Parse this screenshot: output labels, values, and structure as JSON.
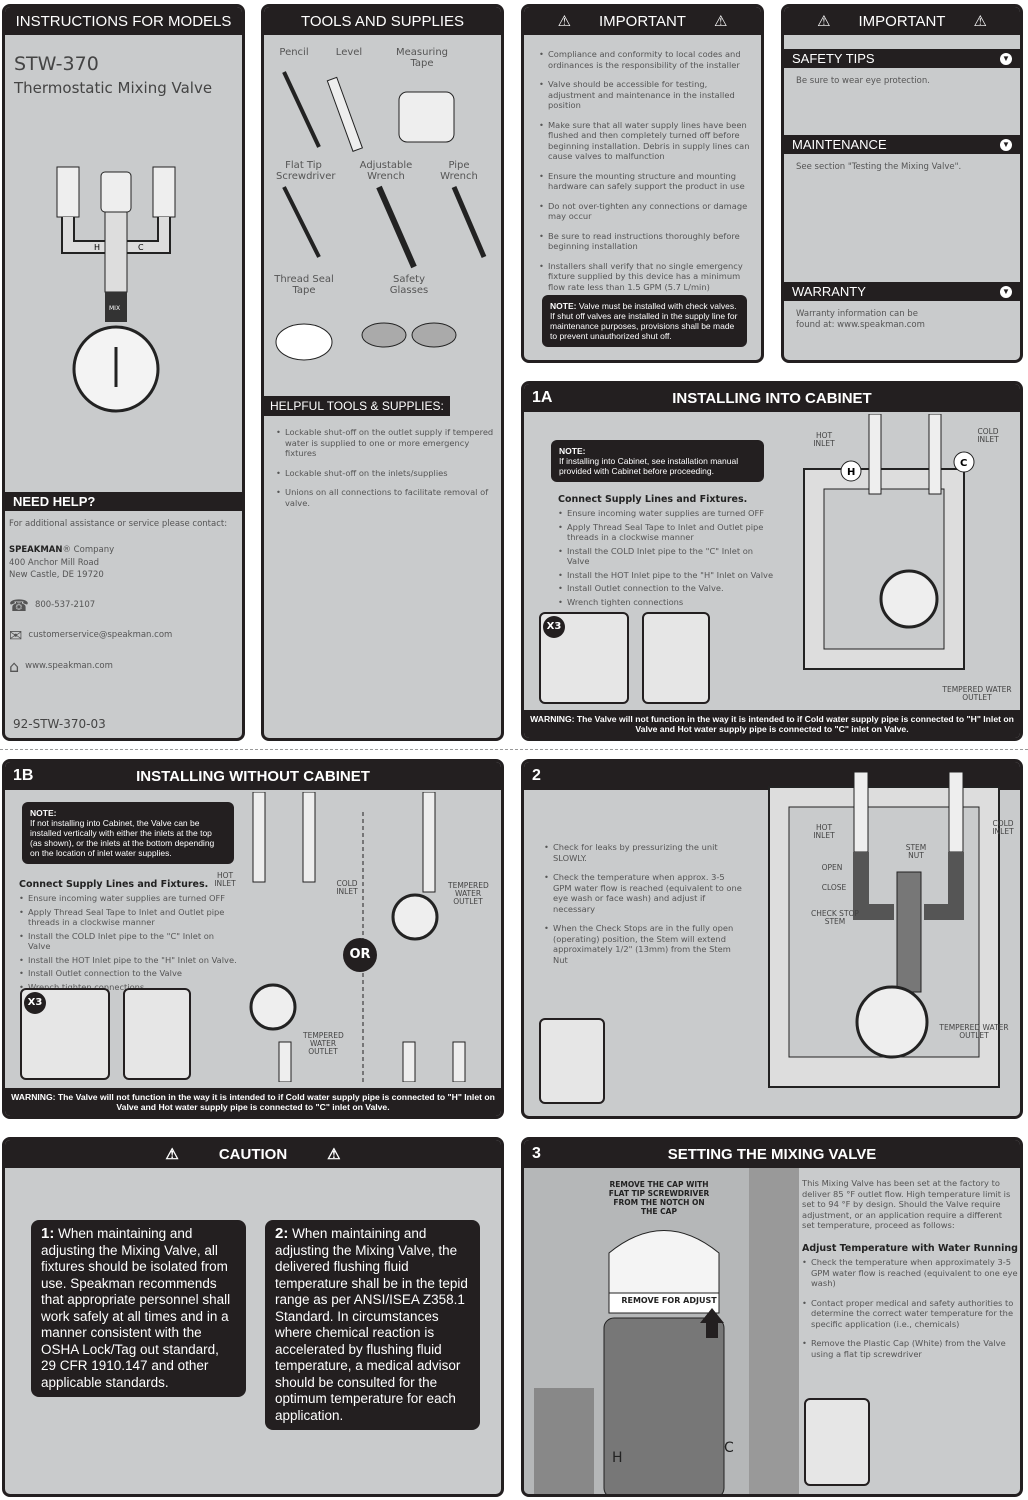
{
  "p1": {
    "title": "INSTRUCTIONS FOR MODELS",
    "model": "STW-370",
    "product": "Thermostatic Mixing Valve",
    "help_title": "NEED HELP?",
    "help_text": "For additional assistance or service please contact:",
    "brand": "SPEAKMAN",
    "brand_suffix": "® Company",
    "address1": "400 Anchor Mill Road",
    "address2": "New Castle, DE 19720",
    "phone": "800-537-2107",
    "email": "customerservice@speakman.com",
    "web": "www.speakman.com",
    "doc_no": "92-STW-370-03",
    "valve_labels": {
      "h": "H",
      "c": "C",
      "mix": "MIX"
    }
  },
  "p2": {
    "title": "TOOLS AND SUPPLIES",
    "tools": [
      "Pencil",
      "Level",
      "Measuring Tape",
      "Flat Tip Screwdriver",
      "Adjustable Wrench",
      "Pipe Wrench",
      "Thread Seal Tape",
      "Safety Glasses"
    ],
    "helpful_title": "HELPFUL TOOLS & SUPPLIES:",
    "helpful": [
      "Lockable shut-off on the outlet supply if tempered water is supplied to one or more emergency fixtures",
      "Lockable shut-off on the inlets/supplies",
      "Unions on all connections to facilitate removal of valve."
    ]
  },
  "p3": {
    "title": "IMPORTANT",
    "items": [
      "Compliance and conformity to local codes and ordinances is the responsibility of the installer",
      "Valve should be accessible for testing, adjustment and maintenance in the installed position",
      "Make sure that all water supply lines have been flushed and then completely turned off before beginning installation. Debris in supply lines can cause valves to malfunction",
      "Ensure the mounting structure and mounting hardware can safely support the product in use",
      "Do not over-tighten any connections or damage may occur",
      "Be sure to read instructions thoroughly before beginning installation",
      "Installers shall verify that no single emergency fixture supplied by this device has a minimum flow rate less than 1.5 GPM (5.7 L/min)"
    ],
    "note_label": "NOTE:",
    "note": "Valve must be installed with check valves. If shut off valves are installed in the supply line for maintenance purposes, provisions shall be made to prevent unauthorized shut off."
  },
  "p4": {
    "title": "IMPORTANT",
    "sections": [
      {
        "title": "SAFETY TIPS",
        "text": "Be sure to wear eye protection."
      },
      {
        "title": "MAINTENANCE",
        "text": "See section \"Testing the Mixing Valve\"."
      },
      {
        "title": "WARRANTY",
        "text": "Warranty information can be found at: www.speakman.com"
      }
    ]
  },
  "s1a": {
    "num": "1A",
    "title": "INSTALLING INTO CABINET",
    "note_label": "NOTE:",
    "note": "If installing into Cabinet, see installation manual provided with Cabinet before proceeding.",
    "sub": "Connect Supply Lines and Fixtures.",
    "steps": [
      "Ensure incoming water supplies are turned OFF",
      "Apply Thread Seal Tape to Inlet and Outlet pipe threads in a clockwise manner",
      "Install the COLD Inlet pipe to the \"C\" Inlet on Valve",
      "Install the HOT Inlet pipe to the \"H\" Inlet on Valve",
      "Install Outlet connection to the Valve.",
      "Wrench tighten connections"
    ],
    "x3": "X3",
    "hot": "HOT INLET",
    "cold": "COLD INLET",
    "tempered": "TEMPERED WATER OUTLET",
    "h": "H",
    "c": "C",
    "warning": "WARNING: The Valve will not function in the way it is intended to if Cold water supply pipe is connected to \"H\" Inlet on Valve and Hot water supply pipe is connected to \"C\" inlet on Valve."
  },
  "s1b": {
    "num": "1B",
    "title": "INSTALLING WITHOUT CABINET",
    "note_label": "NOTE:",
    "note": "If not installing into Cabinet, the Valve can be installed vertically with either the inlets at the top (as shown), or the inlets at the bottom depending on the location of inlet water supplies.",
    "sub": "Connect Supply Lines and Fixtures.",
    "steps": [
      "Ensure incoming water supplies are turned OFF",
      "Apply Thread Seal Tape to Inlet and Outlet pipe threads in a clockwise manner",
      "Install the COLD Inlet pipe to the \"C\" Inlet on Valve",
      "Install the HOT Inlet pipe to the \"H\" Inlet on Valve.",
      "Install Outlet connection to the Valve",
      "Wrench tighten connections"
    ],
    "x3": "X3",
    "or": "OR",
    "hot": "HOT INLET",
    "cold": "COLD INLET",
    "tempered": "TEMPERED WATER OUTLET",
    "warning": "WARNING: The Valve will not function in the way it is intended to if Cold water supply pipe is connected to \"H\" Inlet on Valve and Hot water supply pipe is connected to \"C\" inlet on Valve."
  },
  "s2": {
    "num": "2",
    "steps": [
      "Check for leaks by pressurizing the unit SLOWLY.",
      "Check the temperature when approx. 3-5 GPM water flow is reached (equivalent to one eye wash or face wash) and adjust if necessary",
      "When the Check Stops are in the fully open (operating) position, the Stem will extend approximately 1/2\" (13mm) from the Stem Nut"
    ],
    "hot": "HOT INLET",
    "cold": "COLD INLET",
    "stem_nut": "STEM NUT",
    "open": "OPEN",
    "close": "CLOSE",
    "check_stop": "CHECK STOP STEM",
    "tempered": "TEMPERED WATER OUTLET"
  },
  "caution": {
    "title": "CAUTION",
    "box1_num": "1:",
    "box1": "When maintaining and adjusting the Mixing Valve, all fixtures should be isolated from use. Speakman recommends that appropriate personnel shall work safely at all times and in a manner consistent with the OSHA Lock/Tag out standard, 29 CFR 1910.147 and other applicable standards.",
    "box2_num": "2:",
    "box2": "When maintaining and adjusting the Mixing Valve, the delivered flushing fluid temperature shall be in the tepid range as per ANSI/ISEA Z358.1 Standard. In circumstances where chemical reaction is accelerated by flushing fluid temperature, a medical advisor should be consulted for the optimum temperature for each application."
  },
  "s3": {
    "num": "3",
    "title": "SETTING THE MIXING VALVE",
    "callout": "REMOVE THE CAP WITH FLAT TIP SCREWDRIVER FROM THE NOTCH ON THE CAP",
    "cap_text": "REMOVE FOR ADJUST",
    "intro": "This Mixing Valve has been set at the factory to deliver 85 °F outlet flow. High temperature limit is set to 94 °F by design. Should the Valve require adjustment, or an application require a different set temperature, proceed as follows:",
    "sub": "Adjust Temperature with Water Running",
    "steps": [
      "Check the temperature when approximately 3-5 GPM water flow is reached (equivalent to one eye wash)",
      "Contact proper medical and safety authorities to determine the correct water temperature for the specific application (i.e., chemicals)",
      "Remove the Plastic Cap (White) from the Valve using a flat tip screwdriver"
    ],
    "h": "H",
    "c": "C"
  },
  "colors": {
    "panel": "#c9cbcc",
    "ink": "#231f20"
  }
}
